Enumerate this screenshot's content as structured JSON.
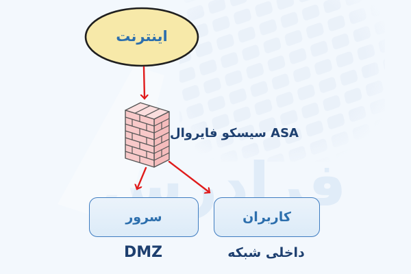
{
  "nodes": {
    "internet": "اینترنت",
    "firewall": "فایروال‎ سیسکو‎ ASA",
    "server": "سرور",
    "users": "کاربران",
    "dmz_caption": "DMZ",
    "internal_caption": "شبکه‎ داخلی"
  },
  "watermark": "فرادرس",
  "icons": {
    "internet_node": "internet-cloud-ellipse",
    "firewall_node": "firewall-brick-wall-icon",
    "connections": "red-arrow"
  },
  "colors": {
    "background": "#f3f8fd",
    "ellipse_fill": "#f7e9a9",
    "ellipse_stroke": "#1f1f1f",
    "node_text_blue": "#2d6fad",
    "caption_navy": "#1d3f6f",
    "arrow_red": "#e01b1b",
    "box_fill_top": "#ebf3fb",
    "box_fill_bottom": "#dcebf8",
    "box_border": "#3e7cc0",
    "brick_front": "#f8c9c9",
    "brick_top": "#fbdede",
    "brick_side": "#f5bcbc",
    "brick_outline": "#555555",
    "pattern_tile": "#e9f0f9",
    "watermark_color": "#cbdef3"
  }
}
